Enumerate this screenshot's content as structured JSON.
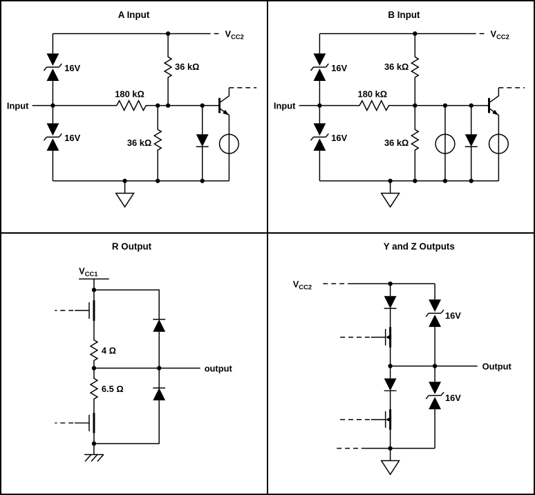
{
  "colors": {
    "line": "#000000",
    "background": "#ffffff"
  },
  "panels": {
    "a_input": {
      "title": "A Input",
      "vcc": {
        "base": "V",
        "sub": "CC2"
      },
      "input_label": "Input",
      "zener_top": "16V",
      "zener_bottom": "16V",
      "r_series": "180 kΩ",
      "r_pullup": "36 kΩ",
      "r_pulldown": "36 kΩ"
    },
    "b_input": {
      "title": "B Input",
      "vcc": {
        "base": "V",
        "sub": "CC2"
      },
      "input_label": "Input",
      "zener_top": "16V",
      "zener_bottom": "16V",
      "r_series": "180 kΩ",
      "r_pullup": "36 kΩ",
      "r_pulldown": "36 kΩ"
    },
    "r_output": {
      "title": "R Output",
      "vcc": {
        "base": "V",
        "sub": "CC1"
      },
      "r_upper": "4 Ω",
      "r_lower": "6.5 Ω",
      "output_label": "output"
    },
    "yz_output": {
      "title": "Y and Z Outputs",
      "vcc": {
        "base": "V",
        "sub": "CC2"
      },
      "zener_top": "16V",
      "zener_bottom": "16V",
      "output_label": "Output"
    }
  }
}
